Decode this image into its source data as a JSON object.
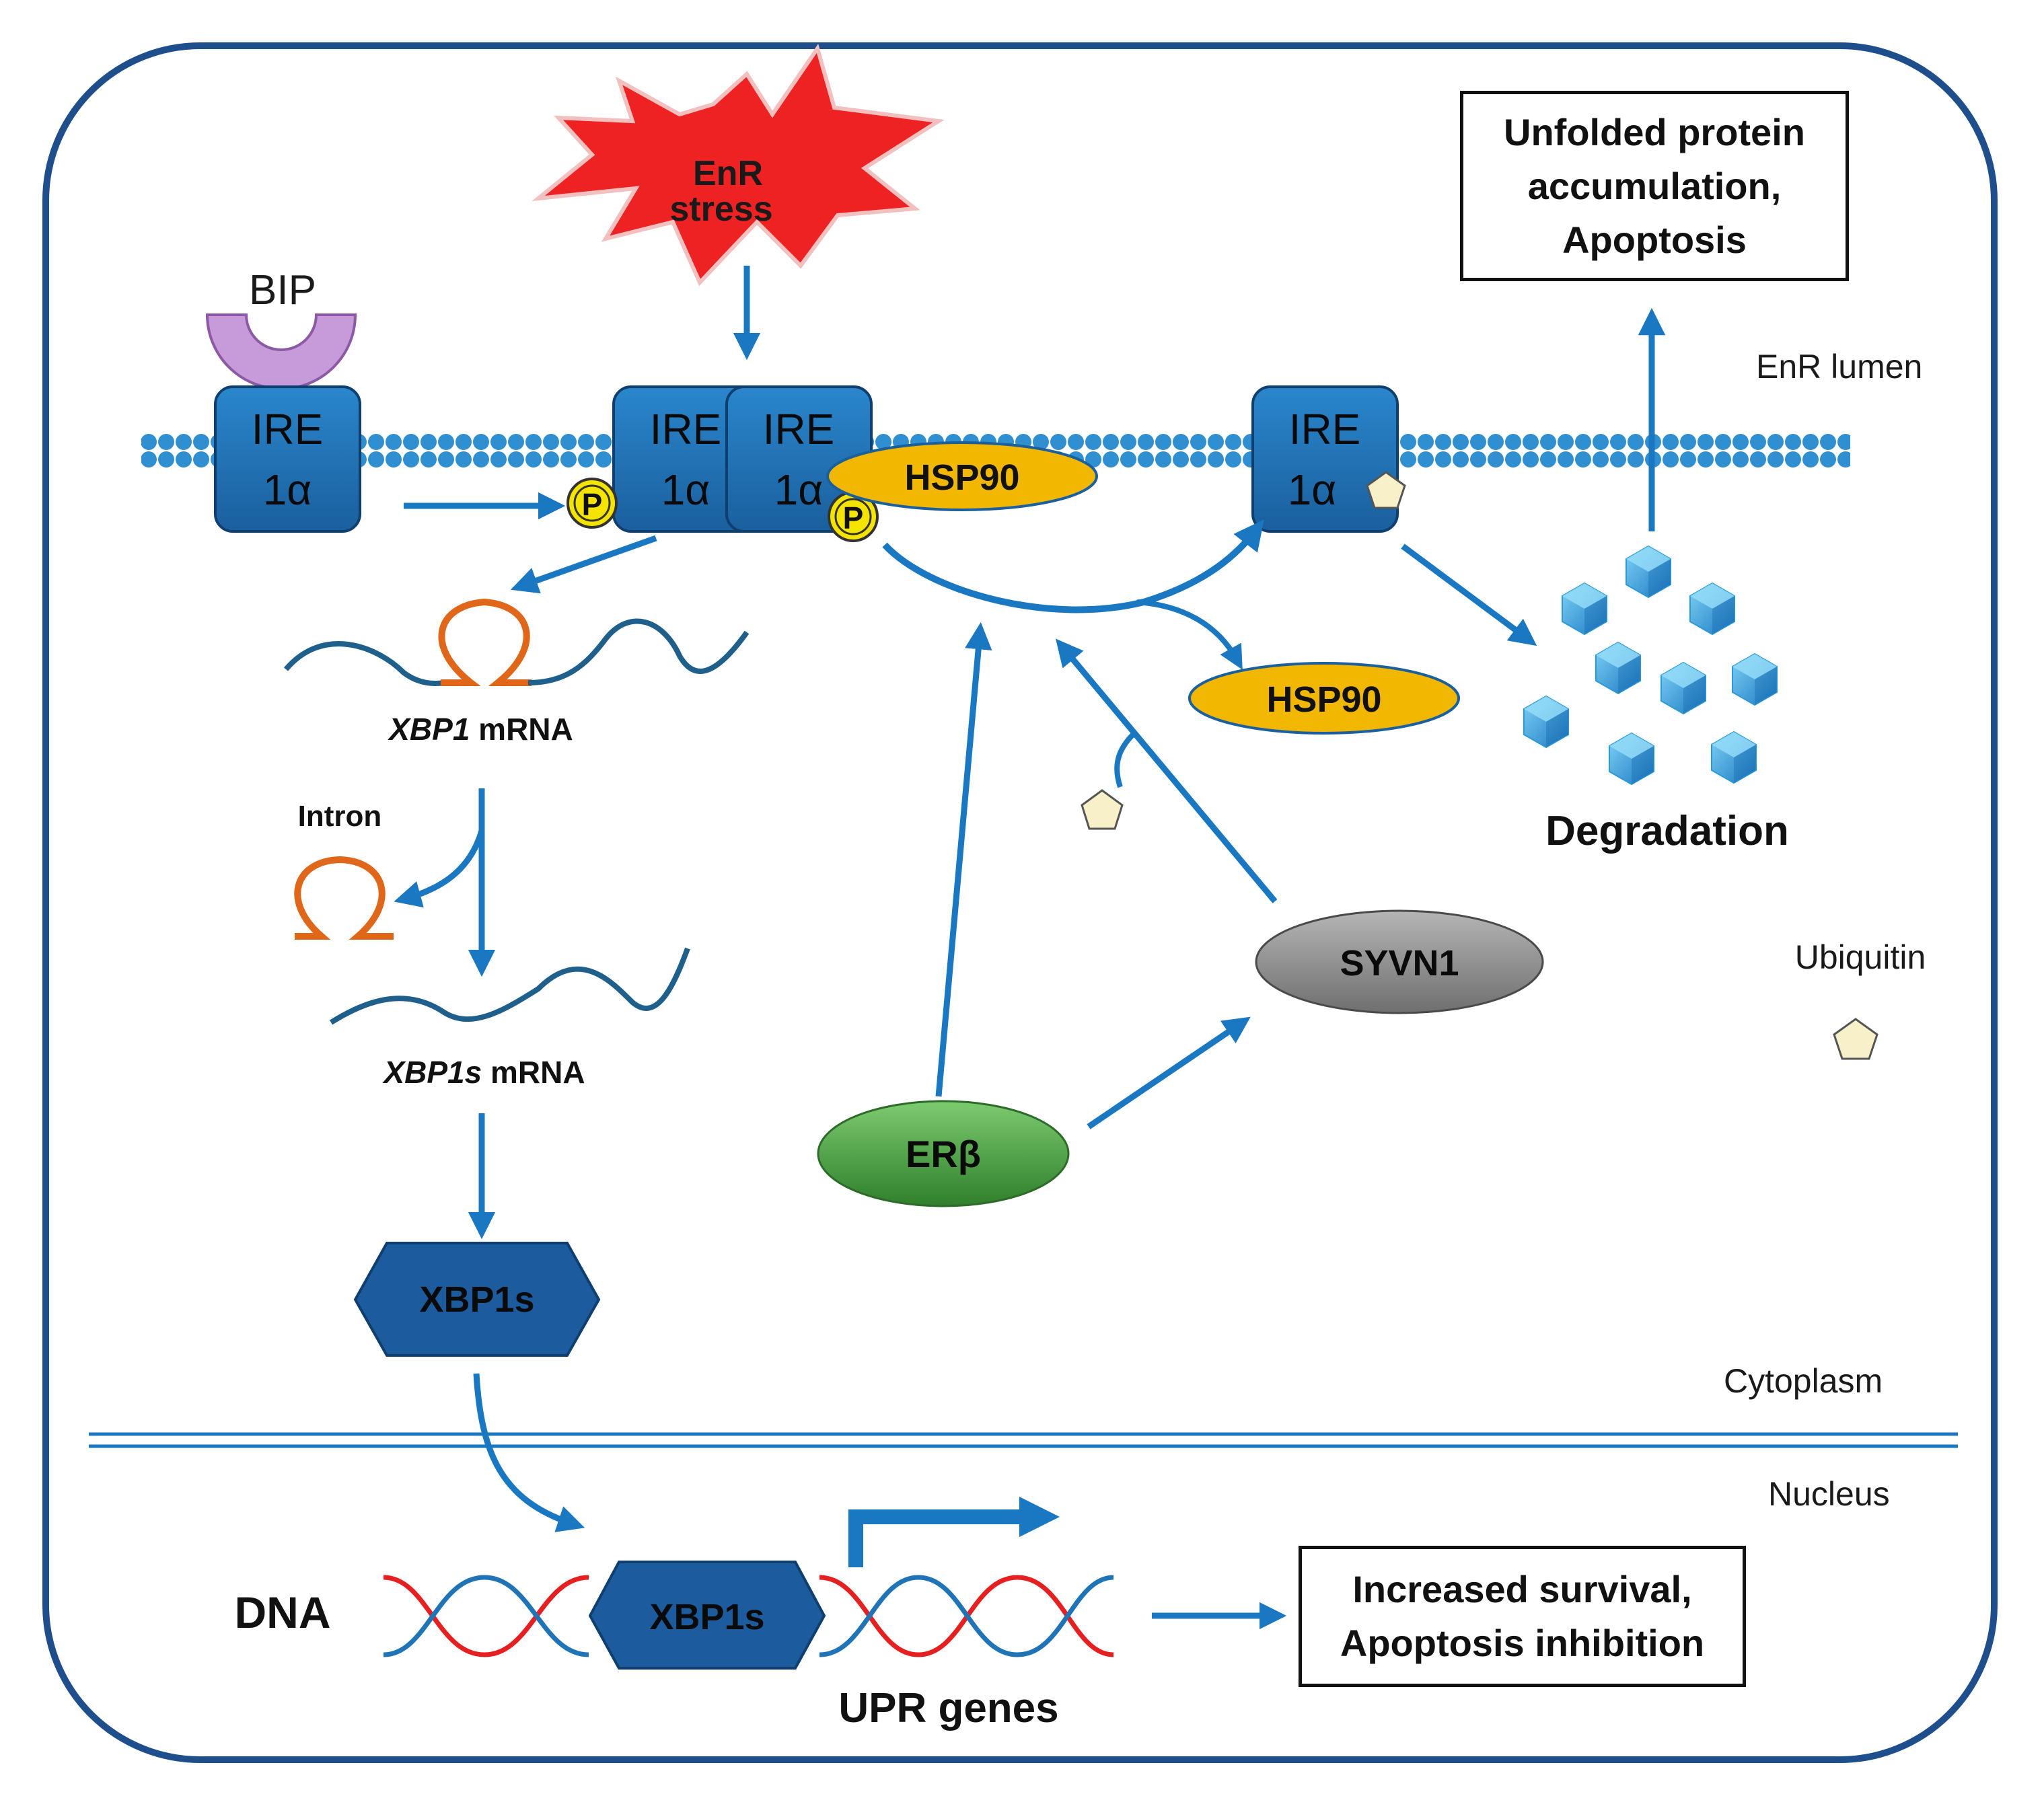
{
  "colors": {
    "frame": "#1f4e8c",
    "arrow": "#1a78c2",
    "ire_fill": "#1f74b8",
    "membrane": "#2f8fd1",
    "hsp90_fill": "#f2b701",
    "phospho_fill": "#f5e400",
    "bip_fill": "#c79bd9",
    "intron": "#e0661a",
    "mrna": "#1f5f8b",
    "xbp1s_fill": "#1c5b9e",
    "syvn1_fill": "#8c8c8c",
    "erb_fill": "#3e9a3b",
    "stress_fill": "#ee2222",
    "ubiquitin_fill": "#f7f0c8",
    "dna_red": "#e62020",
    "dna_blue": "#1f74b8"
  },
  "regions": {
    "enr_lumen": "EnR lumen",
    "cytoplasm": "Cytoplasm",
    "nucleus": "Nucleus"
  },
  "stress": {
    "line1": "EnR",
    "line2": "stress"
  },
  "bip_label": "BIP",
  "ire": {
    "line1": "IRE",
    "line2": "1α"
  },
  "phospho_label": "P",
  "hsp90_label": "HSP90",
  "xbp1_mrna": {
    "gene": "XBP1",
    "suffix": " mRNA"
  },
  "intron_label": "Intron",
  "xbp1s_mrna": {
    "gene": "XBP1s",
    "suffix": " mRNA"
  },
  "xbp1s_label": "XBP1s",
  "degradation_label": "Degradation",
  "outcome_top": {
    "line1": "Unfolded protein",
    "line2": "accumulation,",
    "line3": "Apoptosis"
  },
  "syvn1_label": "SYVN1",
  "erb_label": "ERβ",
  "ubiquitin_label": "Ubiquitin",
  "dna_label": "DNA",
  "upr_genes_label": "UPR genes",
  "outcome_bottom": {
    "line1": "Increased survival,",
    "line2": "Apoptosis inhibition"
  }
}
